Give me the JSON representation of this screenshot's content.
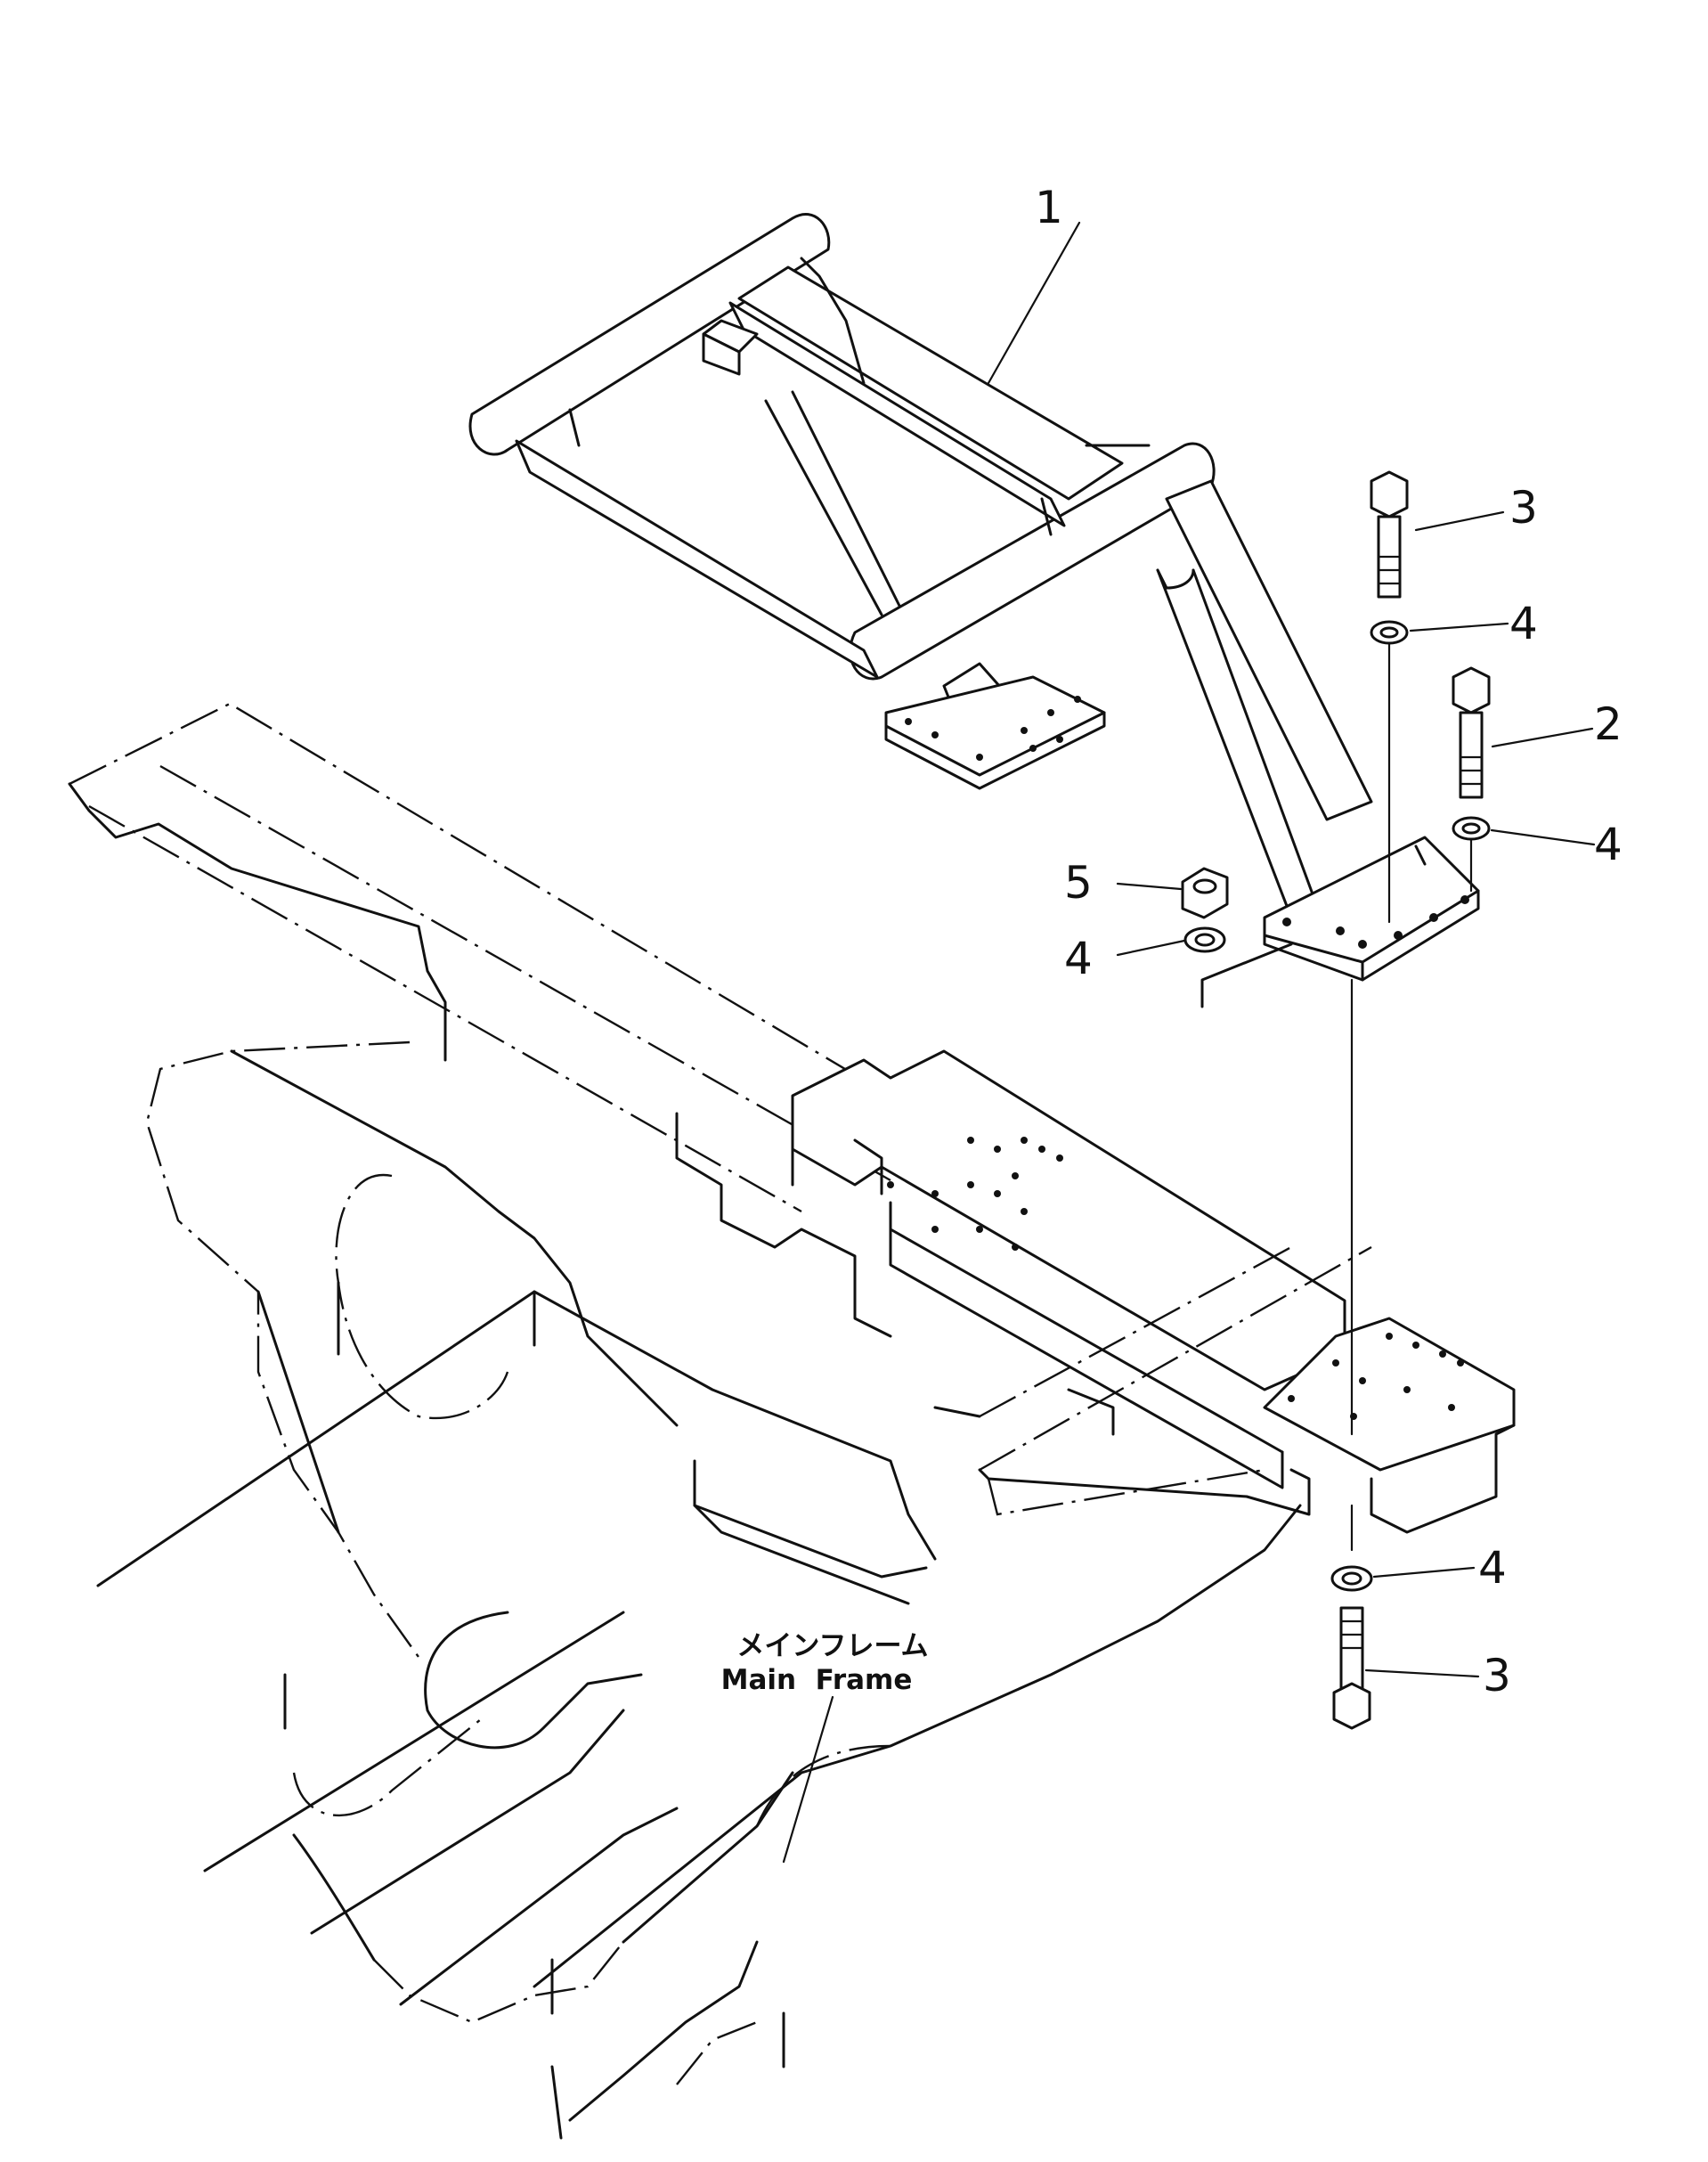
{
  "callouts": [
    {
      "id": "1",
      "text": "1"
    },
    {
      "id": "3a",
      "text": "3"
    },
    {
      "id": "4a",
      "text": "4"
    },
    {
      "id": "2",
      "text": "2"
    },
    {
      "id": "4b",
      "text": "4"
    },
    {
      "id": "5",
      "text": "5"
    },
    {
      "id": "4c",
      "text": "4"
    },
    {
      "id": "4d",
      "text": "4"
    },
    {
      "id": "3b",
      "text": "3"
    }
  ],
  "frame_label": {
    "japanese": "メインフレーム",
    "english": "Main  Frame"
  }
}
